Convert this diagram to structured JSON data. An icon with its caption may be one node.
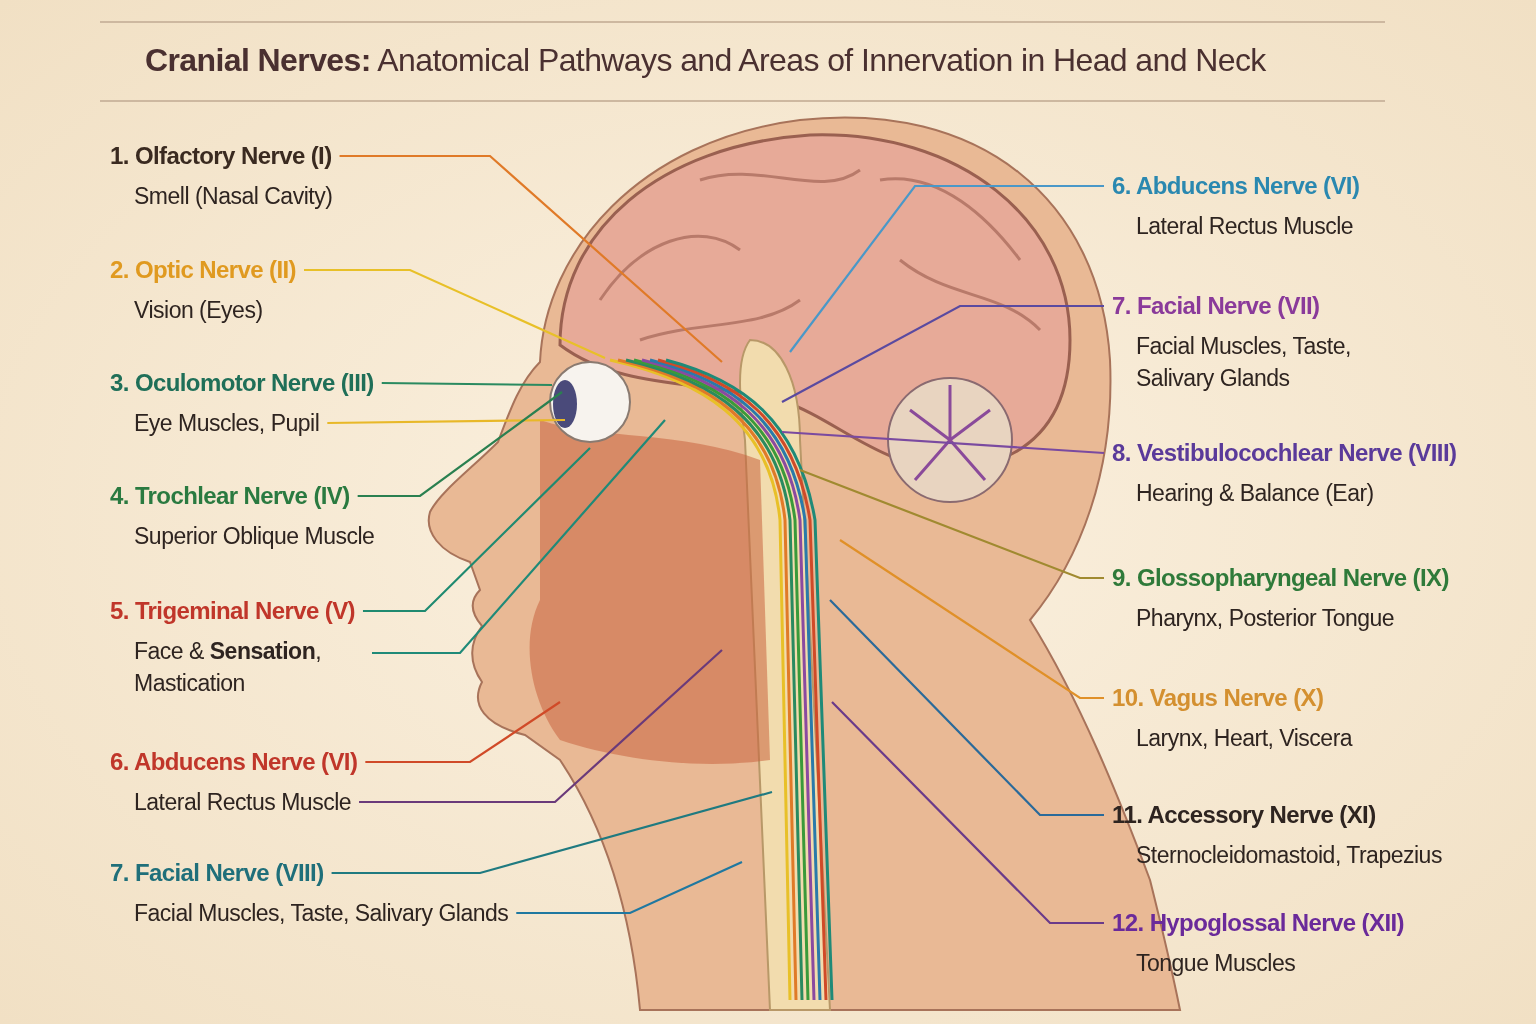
{
  "diagram": {
    "title": "**Cranial Nerves:** Anatomical Pathways and Areas of Innervation in Head and Neck",
    "nodes": [
      {
        "text": [
          "1. Olfactory Nerve (I)",
          "Smell (Nasal Cavity)"
        ]
      },
      {
        "text": [
          "2. Optic Nerve (II)",
          "Vision (Eyes)"
        ]
      },
      {
        "text": [
          "3. Oculomotor Nerve (III)",
          "Eye Muscles, Pupil"
        ]
      },
      {
        "text": [
          "4. Trochlear Nerve (IV)",
          "Superior Oblique Muscle"
        ]
      },
      {
        "text": [
          "5. Trigeminal Nerve (V)",
          "Face & **Sensation**, Mastication"
        ]
      },
      {
        "text": [
          "6. Abducens Nerve (VI)",
          "Lateral Rectus Muscle"
        ]
      },
      {
        "text": [
          "7. Facial Nerve (VIII)",
          "Facial Muscles, Taste, Salivary Glands"
        ]
      },
      {
        "text": [
          "6. Abducens Nerve (VI)",
          "Lateral Rectus Muscle"
        ]
      },
      {
        "text": [
          "7. Facial Nerve (VII)",
          "Facial Muscles, Taste, Salivary Glands"
        ]
      },
      {
        "text": [
          "8. Vestibulocochlear Nerve (VIII)",
          "Hearing & Balance (Ear)"
        ]
      },
      {
        "text": [
          "9. Glossopharyngeal Nerve (IX)",
          "Pharynx, Posterior Tongue"
        ]
      },
      {
        "text": [
          "10. Vagus Nerve (X)",
          "Larynx, Heart, Viscera"
        ]
      },
      {
        "text": [
          "11. Accessory Nerve (XI)",
          "Sternocleidomastoid, Trapezius"
        ]
      },
      {
        "text": [
          "12. Hypoglossal Nerve (XII)",
          "Tongue Muscles"
        ]
      }
    ],
    "edges": [
      {
        "from": 0,
        "to": null,
        "arrow": "none",
        "color": "#e07a28"
      },
      {
        "from": 1,
        "to": null,
        "arrow": "none",
        "color": "#e8c028"
      },
      {
        "from": 2,
        "to": null,
        "arrow": "none",
        "color": "#2a8a60"
      },
      {
        "from": 2,
        "to": null,
        "arrow": "none",
        "color": "#e8b828"
      },
      {
        "from": 3,
        "to": null,
        "arrow": "none",
        "color": "#2a8050"
      },
      {
        "from": 4,
        "to": null,
        "arrow": "none",
        "color": "#1f8a70"
      },
      {
        "from": 4,
        "to": null,
        "arrow": "none",
        "color": "#1f8a78"
      },
      {
        "from": 5,
        "to": null,
        "arrow": "none",
        "color": "#d04a28"
      },
      {
        "from": 5,
        "to": null,
        "arrow": "none",
        "color": "#6a3a7a"
      },
      {
        "from": 6,
        "to": null,
        "arrow": "none",
        "color": "#1f7a80"
      },
      {
        "from": 6,
        "to": null,
        "arrow": "none",
        "color": "#1f78a0"
      },
      {
        "from": 7,
        "to": null,
        "arrow": "none",
        "color": "#4a98c8"
      },
      {
        "from": 8,
        "to": null,
        "arrow": "none",
        "color": "#5a4aa0"
      },
      {
        "from": 9,
        "to": null,
        "arrow": "none",
        "color": "#7a4aa0"
      },
      {
        "from": 10,
        "to": null,
        "arrow": "none",
        "color": "#a08a30"
      },
      {
        "from": 11,
        "to": null,
        "arrow": "none",
        "color": "#e09028"
      },
      {
        "from": 12,
        "to": null,
        "arrow": "none",
        "color": "#2a6a9a"
      },
      {
        "from": 13,
        "to": null,
        "arrow": "none",
        "color": "#6a3a8a"
      }
    ]
  }
}
